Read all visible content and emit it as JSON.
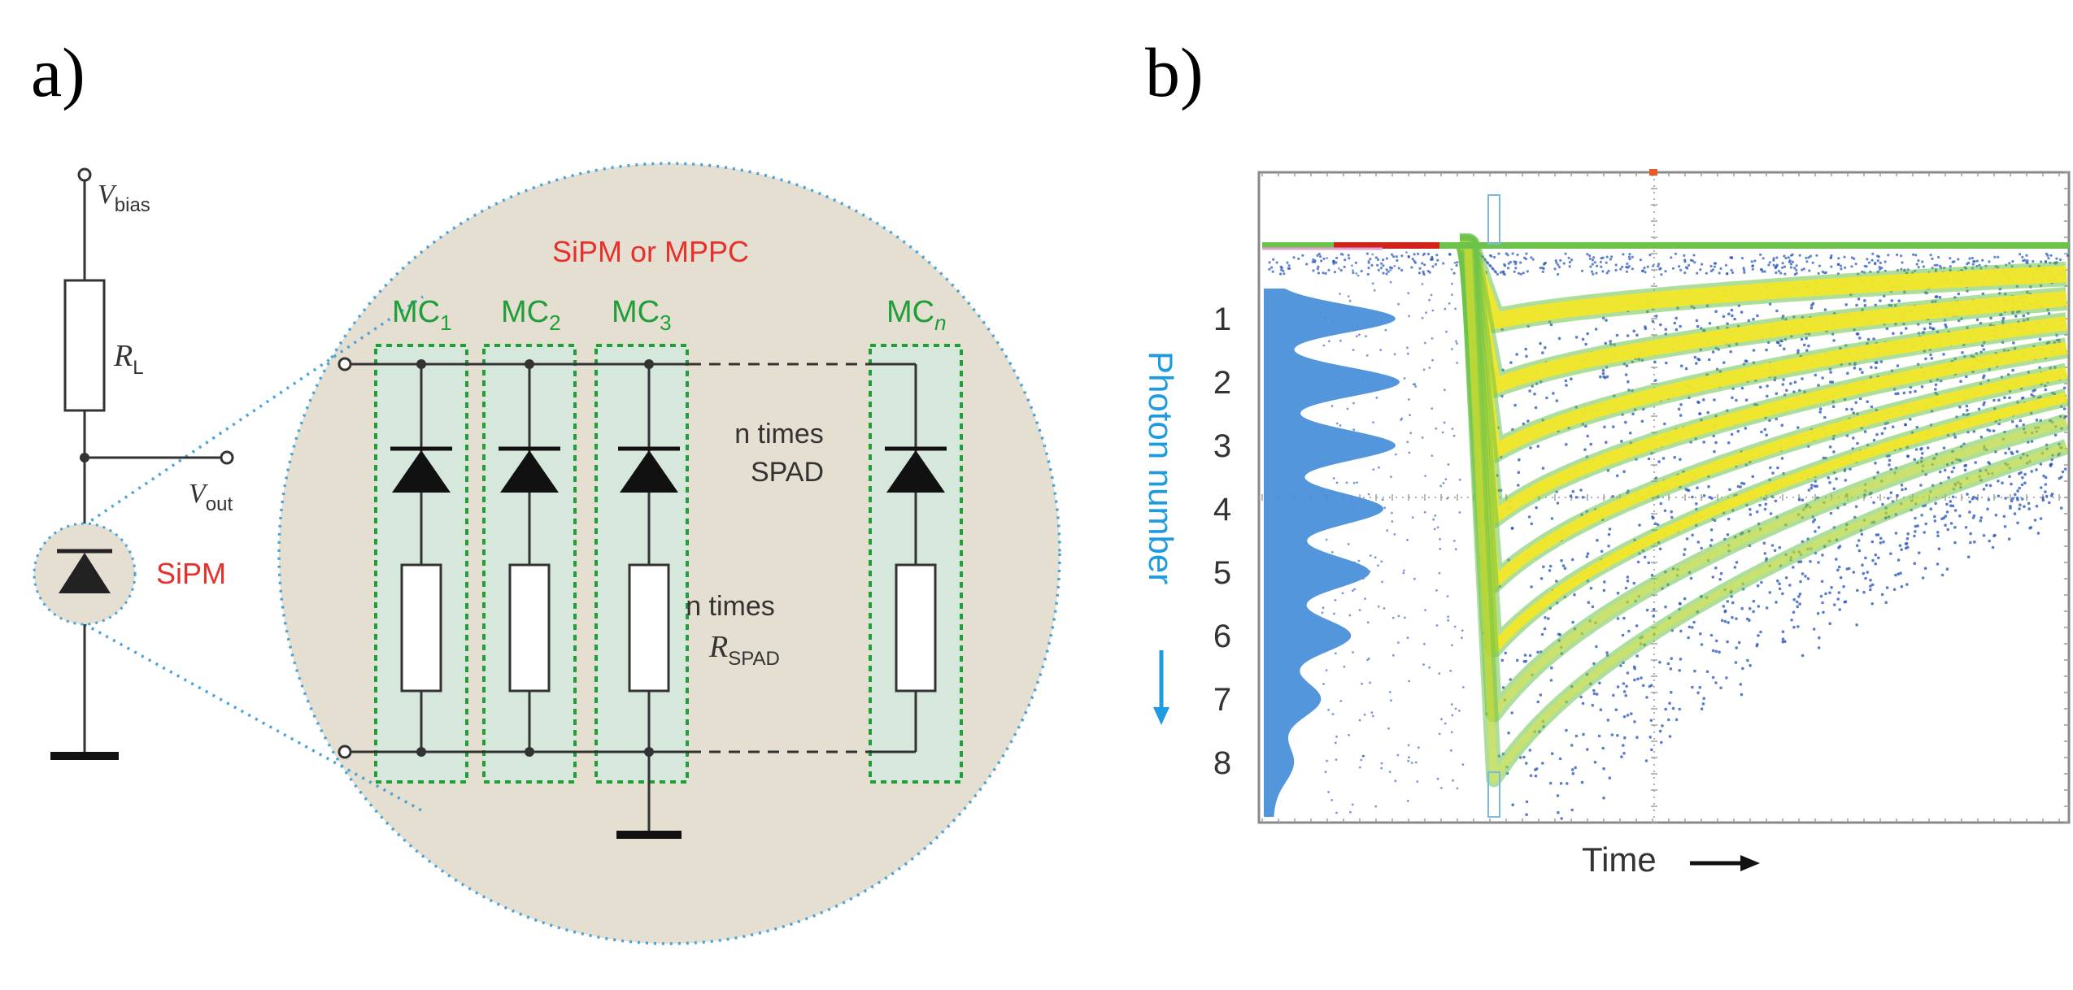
{
  "panel_a": {
    "label": "a)",
    "vbias": {
      "main": "V",
      "sub": "bias"
    },
    "rl": {
      "main": "R",
      "sub": "L"
    },
    "vout": {
      "main": "V",
      "sub": "out"
    },
    "sipm_label": "SiPM",
    "zoom_title": "SiPM or MPPC",
    "cells": [
      {
        "main": "MC",
        "sub": "1"
      },
      {
        "main": "MC",
        "sub": "2"
      },
      {
        "main": "MC",
        "sub": "3"
      },
      {
        "main": "MC",
        "sub": "n"
      }
    ],
    "spad_note": {
      "line1": "n times",
      "line2": "SPAD"
    },
    "rspad_note": {
      "line1": "n times",
      "main": "R",
      "sub": "SPAD"
    },
    "colors": {
      "red": "#e8302c",
      "green": "#1f9e3a",
      "beige": "#e4dfd0",
      "cellfill": "#d6e8dc",
      "dotted": "#4aa3d8"
    }
  },
  "panel_b": {
    "label": "b)",
    "ylabel": "Photon number",
    "xlabel": "Time",
    "photon_ticks": [
      "1",
      "2",
      "3",
      "4",
      "5",
      "6",
      "7",
      "8"
    ],
    "colors": {
      "histogram": "#4a90d9",
      "ylabel": "#1e9be0",
      "band_yellow": "#f2e62a",
      "band_green": "#6cc24a",
      "dots": "#2453b8",
      "pulse": "#d2201a"
    }
  },
  "chart_data": {
    "type": "scatter",
    "title": "",
    "xlabel": "Time",
    "ylabel": "Photon number",
    "photon_levels": [
      1,
      2,
      3,
      4,
      5,
      6,
      7,
      8
    ],
    "histogram_peaks": [
      1,
      2,
      3,
      4,
      5,
      6,
      7,
      8
    ],
    "grid": true
  }
}
